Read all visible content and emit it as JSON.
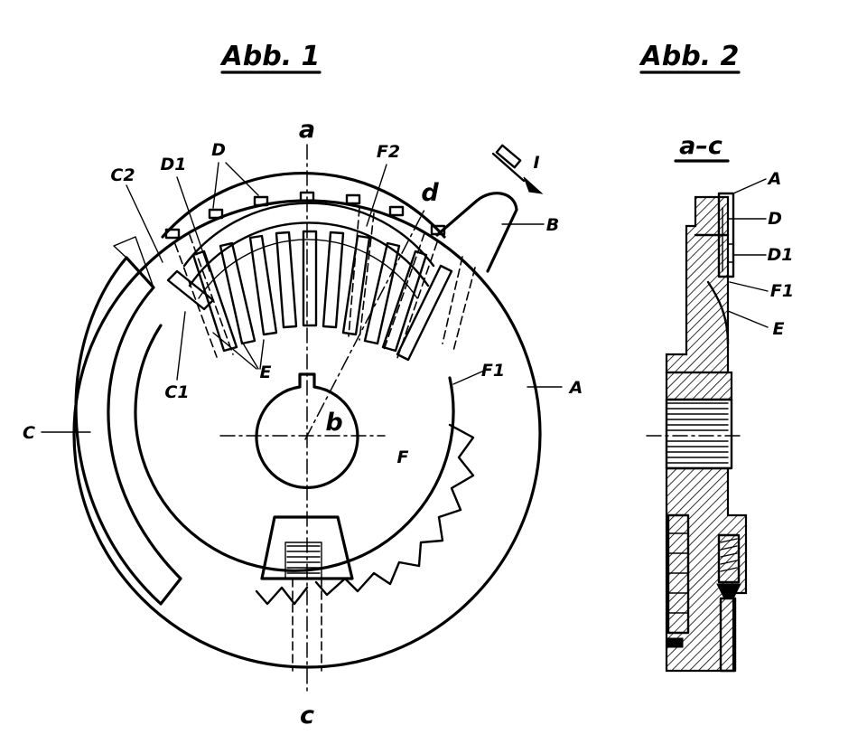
{
  "figure1": {
    "title": "Abb. 1",
    "labels": {
      "a": "a",
      "c": "c",
      "b": "b",
      "d": "d",
      "D": "D",
      "D1": "D1",
      "C2": "C2",
      "F2": "F2",
      "B": "B",
      "I": "I",
      "C": "C",
      "C1": "C1",
      "E": "E",
      "F1": "F1",
      "A": "A",
      "F": "F"
    }
  },
  "figure2": {
    "title": "Abb. 2",
    "section": "a–c",
    "labels": {
      "A": "A",
      "D": "D",
      "D1": "D1",
      "F1": "F1",
      "E": "E"
    }
  }
}
